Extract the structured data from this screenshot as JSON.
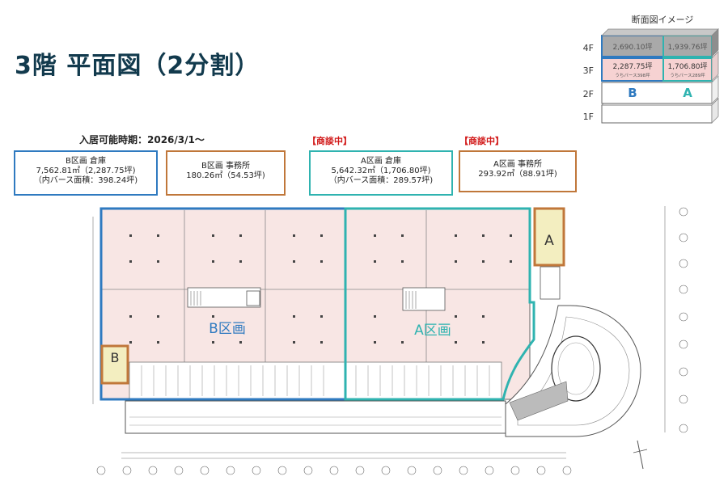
{
  "title": "3階 平面図（2分割）",
  "availability": "入居可能時期：2026/3/1～",
  "negotiation_labels": [
    "【商談中】",
    "【商談中】"
  ],
  "info_boxes": {
    "b_warehouse": {
      "lines": [
        "B区画 倉庫",
        "7,562.81㎡（2,287.75坪)",
        "（内バース面積：398.24坪)"
      ],
      "color": "#2f7ac0"
    },
    "b_office": {
      "lines": [
        "B区画 事務所",
        "180.26㎡（54.53坪)"
      ],
      "color": "#c0773a"
    },
    "a_warehouse": {
      "lines": [
        "A区画 倉庫",
        "5,642.32㎡（1,706.80坪)",
        "（内バース面積：289.57坪)"
      ],
      "color": "#2fb3b0"
    },
    "a_office": {
      "lines": [
        "A区画 事務所",
        "293.92㎡（88.91坪)"
      ],
      "color": "#c0773a"
    }
  },
  "section": {
    "title": "断面図イメージ",
    "floors": [
      "4F",
      "3F",
      "2F",
      "1F"
    ],
    "f4_b": "2,690.10坪",
    "f4_a": "1,939.76坪",
    "f3_b": "2,287.75坪",
    "f3_a": "1,706.80坪",
    "f3_b_sub": "うちバース398坪",
    "f3_a_sub": "うちバース289坪",
    "label_b": "B",
    "label_a": "A"
  },
  "plan": {
    "zone_b_label": "B区画",
    "zone_a_label": "A区画",
    "office_a_label": "A",
    "office_b_label": "B"
  },
  "colors": {
    "title": "#123a4d",
    "zone_b": "#2f7ac0",
    "zone_a": "#2fb3b0",
    "office": "#c0773a",
    "office_fill": "#f3eec0",
    "floor_fill": "#f8e6e4",
    "negotiation": "#d21a1a"
  }
}
